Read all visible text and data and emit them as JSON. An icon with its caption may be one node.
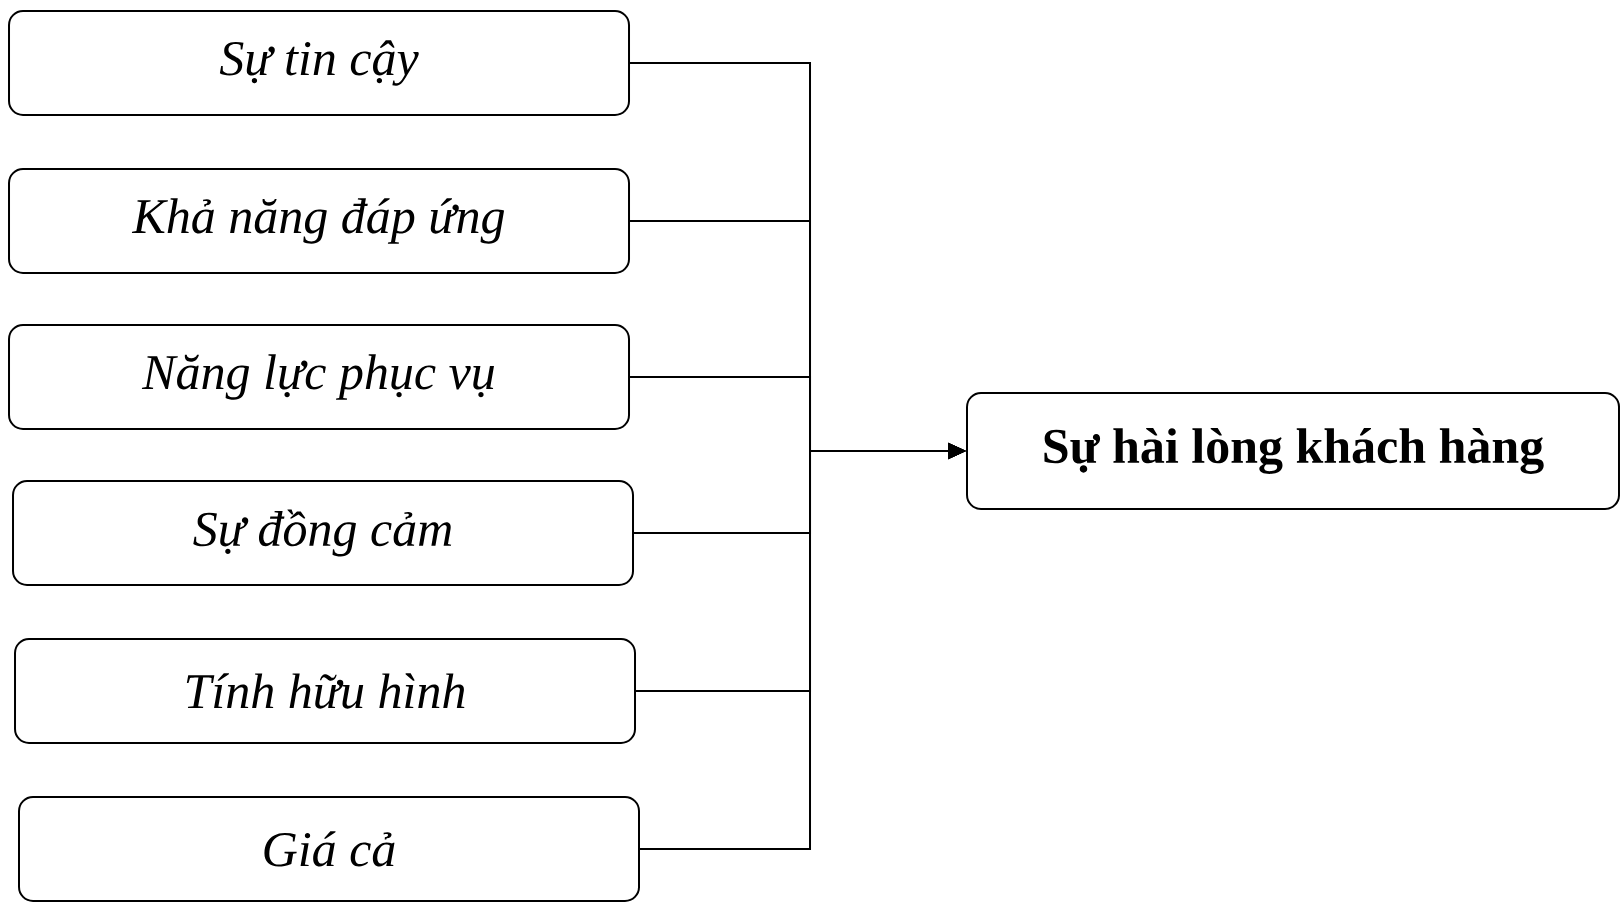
{
  "diagram": {
    "nodes": [
      {
        "text": [
          "Sự tin cậy"
        ]
      },
      {
        "text": [
          "Khả năng đáp ứng"
        ]
      },
      {
        "text": [
          "Năng lực phục vụ"
        ]
      },
      {
        "text": [
          "Sự đồng cảm"
        ]
      },
      {
        "text": [
          "Tính hữu hình"
        ]
      },
      {
        "text": [
          "Giá cả"
        ]
      },
      {
        "text": [
          "Sự hài lòng khách hàng"
        ]
      }
    ],
    "edges": [
      {
        "from": 0,
        "to": 6,
        "arrow": "to"
      },
      {
        "from": 1,
        "to": 6,
        "arrow": "to"
      },
      {
        "from": 2,
        "to": 6,
        "arrow": "to"
      },
      {
        "from": 3,
        "to": 6,
        "arrow": "to"
      },
      {
        "from": 4,
        "to": 6,
        "arrow": "to"
      },
      {
        "from": 5,
        "to": 6,
        "arrow": "to"
      }
    ]
  }
}
